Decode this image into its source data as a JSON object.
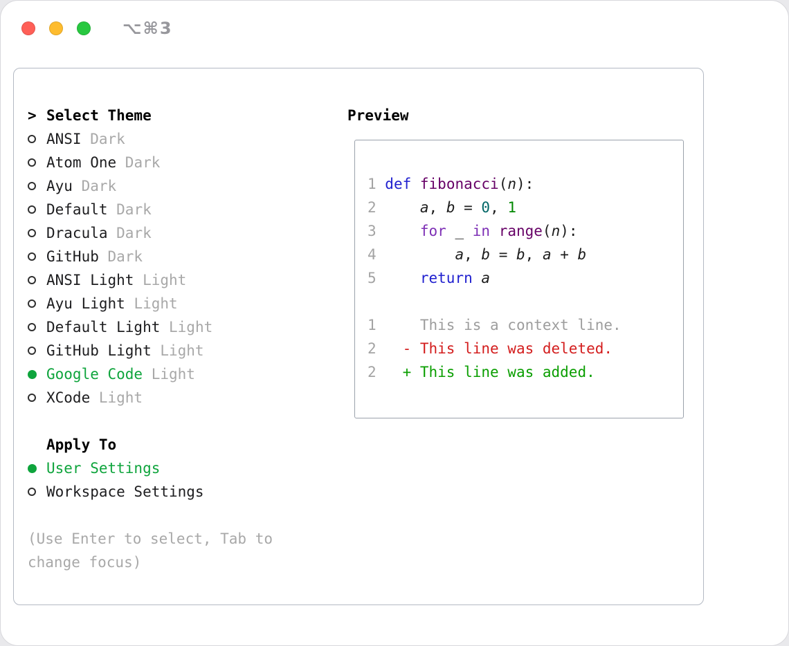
{
  "window": {
    "shortcut": "⌥⌘3"
  },
  "select_theme": {
    "prompt": ">",
    "header": "Select Theme",
    "items": [
      {
        "name": "ANSI",
        "variant": "Dark",
        "selected": false
      },
      {
        "name": "Atom One",
        "variant": "Dark",
        "selected": false
      },
      {
        "name": "Ayu",
        "variant": "Dark",
        "selected": false
      },
      {
        "name": "Default",
        "variant": "Dark",
        "selected": false
      },
      {
        "name": "Dracula",
        "variant": "Dark",
        "selected": false
      },
      {
        "name": "GitHub",
        "variant": "Dark",
        "selected": false
      },
      {
        "name": "ANSI Light",
        "variant": "Light",
        "selected": false
      },
      {
        "name": "Ayu Light",
        "variant": "Light",
        "selected": false
      },
      {
        "name": "Default Light",
        "variant": "Light",
        "selected": false
      },
      {
        "name": "GitHub Light",
        "variant": "Light",
        "selected": false
      },
      {
        "name": "Google Code",
        "variant": "Light",
        "selected": true
      },
      {
        "name": "XCode",
        "variant": "Light",
        "selected": false
      }
    ]
  },
  "apply_to": {
    "header": "Apply To",
    "items": [
      {
        "label": "User Settings",
        "selected": true
      },
      {
        "label": "Workspace Settings",
        "selected": false
      }
    ]
  },
  "hint": "(Use Enter to select, Tab to change focus)",
  "preview": {
    "header": "Preview",
    "code_lines": [
      {
        "num": "1",
        "segments": [
          {
            "t": "def",
            "c": "kw"
          },
          {
            "t": " ",
            "c": "plain"
          },
          {
            "t": "fibonacci",
            "c": "type"
          },
          {
            "t": "(",
            "c": "plain"
          },
          {
            "t": "n",
            "c": "var"
          },
          {
            "t": "):",
            "c": "plain"
          }
        ]
      },
      {
        "num": "2",
        "segments": [
          {
            "t": "    ",
            "c": "plain"
          },
          {
            "t": "a",
            "c": "var"
          },
          {
            "t": ", ",
            "c": "plain"
          },
          {
            "t": "b",
            "c": "var"
          },
          {
            "t": " = ",
            "c": "plain"
          },
          {
            "t": "0",
            "c": "teal"
          },
          {
            "t": ", ",
            "c": "plain"
          },
          {
            "t": "1",
            "c": "green"
          }
        ]
      },
      {
        "num": "3",
        "segments": [
          {
            "t": "    ",
            "c": "plain"
          },
          {
            "t": "for",
            "c": "kw2"
          },
          {
            "t": " _ ",
            "c": "plain"
          },
          {
            "t": "in",
            "c": "kw2"
          },
          {
            "t": " ",
            "c": "plain"
          },
          {
            "t": "range",
            "c": "type"
          },
          {
            "t": "(",
            "c": "plain"
          },
          {
            "t": "n",
            "c": "var"
          },
          {
            "t": "):",
            "c": "plain"
          }
        ]
      },
      {
        "num": "4",
        "segments": [
          {
            "t": "        ",
            "c": "plain"
          },
          {
            "t": "a",
            "c": "var"
          },
          {
            "t": ", ",
            "c": "plain"
          },
          {
            "t": "b",
            "c": "var"
          },
          {
            "t": " = ",
            "c": "plain"
          },
          {
            "t": "b",
            "c": "var"
          },
          {
            "t": ", ",
            "c": "plain"
          },
          {
            "t": "a",
            "c": "var"
          },
          {
            "t": " + ",
            "c": "plain"
          },
          {
            "t": "b",
            "c": "var"
          }
        ]
      },
      {
        "num": "5",
        "segments": [
          {
            "t": "    ",
            "c": "plain"
          },
          {
            "t": "return",
            "c": "kw"
          },
          {
            "t": " ",
            "c": "plain"
          },
          {
            "t": "a",
            "c": "var"
          }
        ]
      }
    ],
    "diff_lines": [
      {
        "num": "1",
        "type": "context",
        "text": "    This is a context line."
      },
      {
        "num": "2",
        "type": "deleted",
        "text": "  - This line was deleted."
      },
      {
        "num": "2",
        "type": "added",
        "text": "  + This line was added."
      }
    ]
  },
  "colors": {
    "accent": "#0ea43c",
    "muted": "#a8a8a8",
    "kw": "#2020cf",
    "kw2": "#7d2fb5",
    "type": "#660066",
    "teal": "#006666",
    "green": "#008800",
    "plain": "#1c1c1c",
    "gutter": "#a3a3a3",
    "diff_context": "#9d9d9d",
    "diff_deleted": "#d31d1d",
    "diff_added": "#0a9e00",
    "light_red": "#ff5f57",
    "light_yellow": "#febc2e",
    "light_green": "#28c840"
  }
}
